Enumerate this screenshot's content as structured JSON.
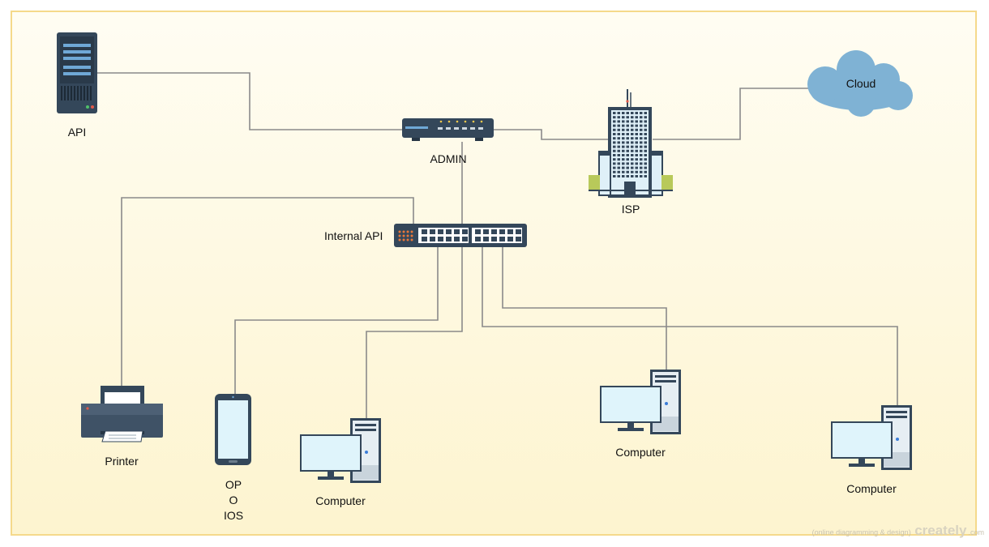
{
  "colors": {
    "background_top": "#fffdf3",
    "background_bottom": "#fdf4cf",
    "border": "#f5d98b",
    "connector": "#8a8a8a",
    "device_dark": "#3a4a5c",
    "screen": "#dff4fb",
    "cloud": "#7fb2d4"
  },
  "nodes": {
    "api": {
      "label": "API",
      "icon": "server-icon"
    },
    "admin": {
      "label": "ADMIN",
      "icon": "router-icon"
    },
    "isp": {
      "label": "ISP",
      "icon": "building-icon"
    },
    "cloud": {
      "label": "Cloud",
      "icon": "cloud-icon"
    },
    "internal_api": {
      "label": "Internal API",
      "icon": "switch-icon"
    },
    "printer": {
      "label": "Printer",
      "icon": "printer-icon"
    },
    "phone": {
      "label_lines": [
        "OP",
        "O",
        "IOS"
      ],
      "icon": "smartphone-icon"
    },
    "computer_1": {
      "label": "Computer",
      "icon": "desktop-computer-icon"
    },
    "computer_2": {
      "label": "Computer",
      "icon": "desktop-computer-icon"
    },
    "computer_3": {
      "label": "Computer",
      "icon": "desktop-computer-icon"
    }
  },
  "connections": [
    [
      "api",
      "admin"
    ],
    [
      "admin",
      "isp"
    ],
    [
      "isp",
      "cloud"
    ],
    [
      "admin",
      "internal_api"
    ],
    [
      "internal_api",
      "printer"
    ],
    [
      "internal_api",
      "phone"
    ],
    [
      "internal_api",
      "computer_1"
    ],
    [
      "internal_api",
      "computer_2"
    ],
    [
      "internal_api",
      "computer_3"
    ]
  ],
  "watermark": {
    "prefix": "(online diagramming & design)",
    "brand": "creately",
    "suffix": ".com"
  }
}
